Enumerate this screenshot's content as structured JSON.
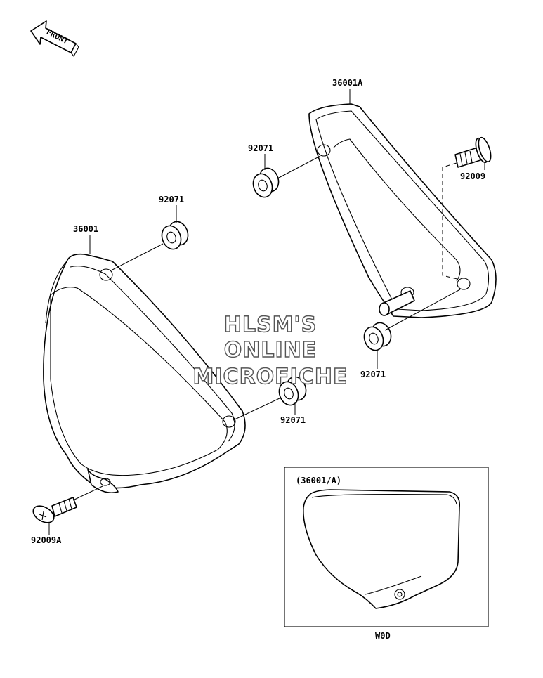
{
  "front_arrow": {
    "label": "FRONT"
  },
  "callouts": {
    "cover_right": "36001A",
    "grommet_upper_left": "92071",
    "bolt_right": "92009",
    "grommet_lower_right": "92071",
    "grommet_left_top": "92071",
    "cover_left": "36001",
    "grommet_left_bottom": "92071",
    "bolt_left": "92009A"
  },
  "inset": {
    "title": "(36001/A)",
    "caption": "W0D"
  },
  "watermark": {
    "line1": "HLSM'S",
    "line2": "ONLINE",
    "line3": "MICROFICHE"
  }
}
